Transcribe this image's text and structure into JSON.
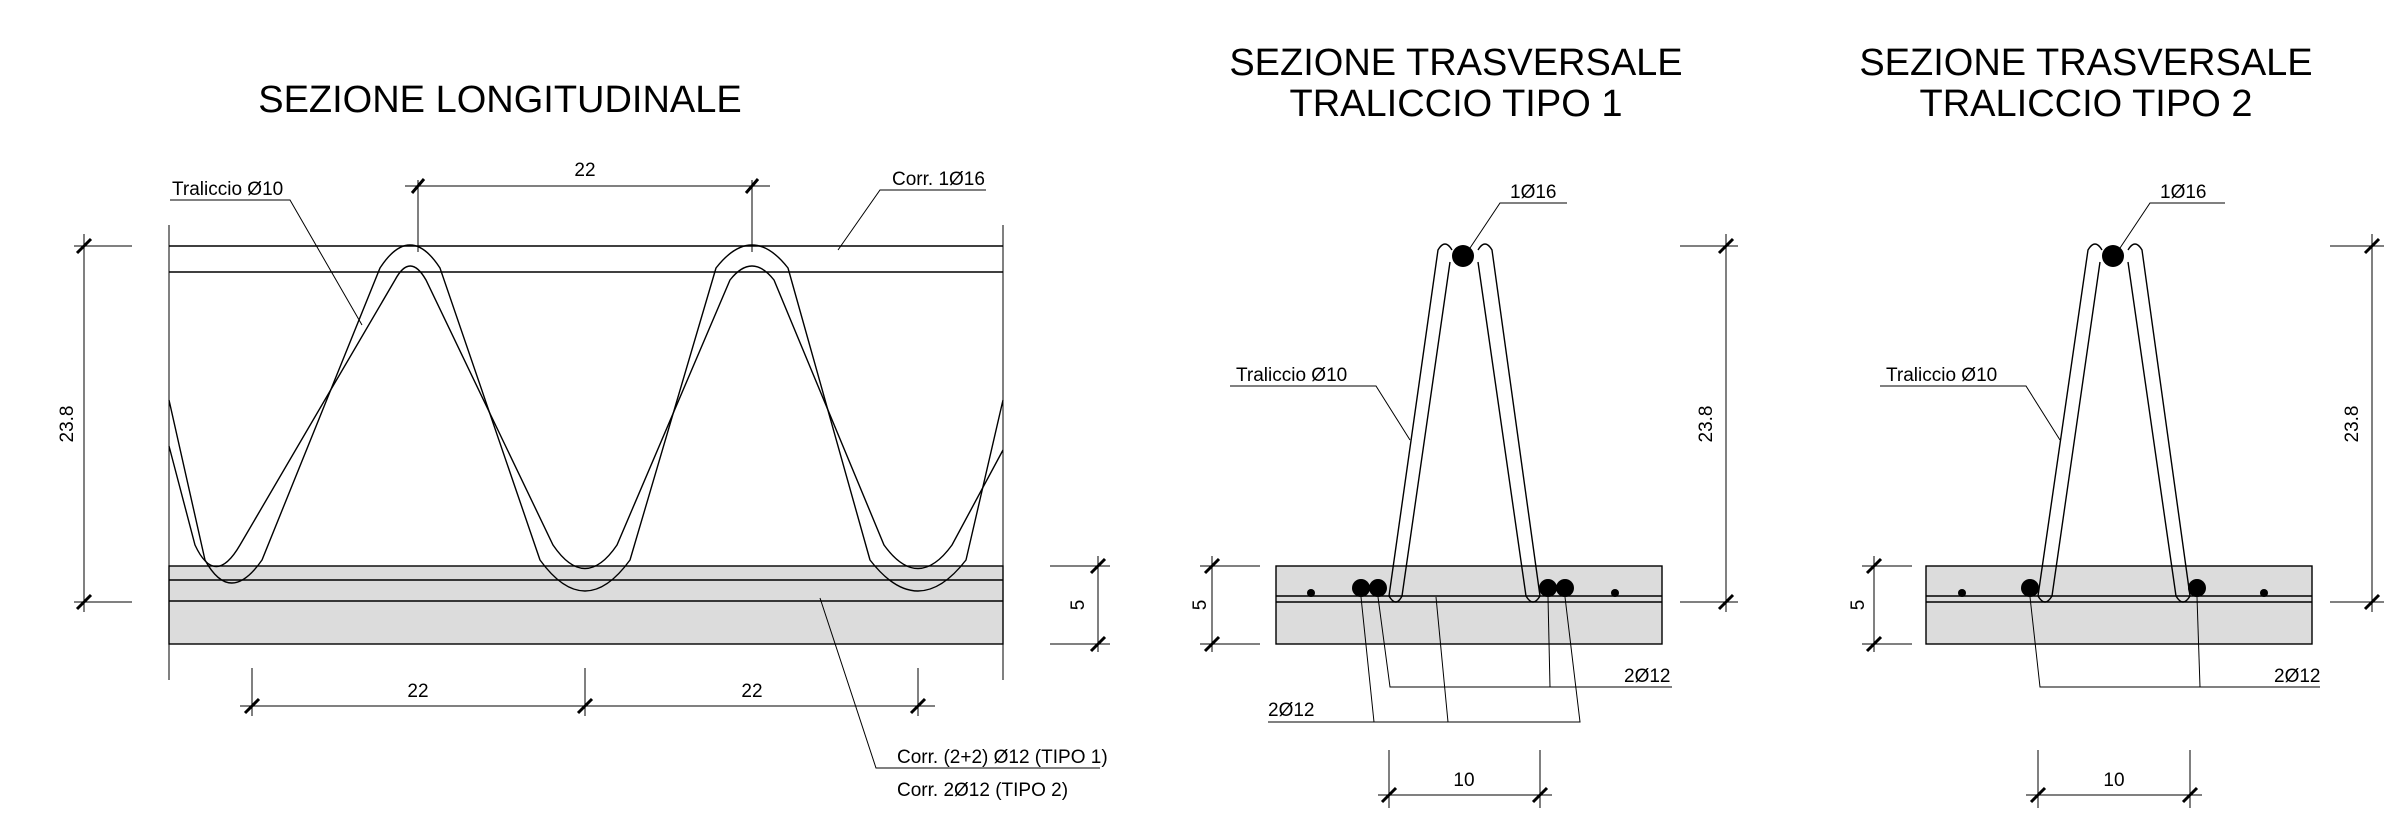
{
  "longitudinal": {
    "title": "SEZIONE LONGITUDINALE",
    "label_truss": "Traliccio Ø10",
    "label_top_bar": "Corr. 1Ø16",
    "dim_top": "22",
    "dim_bottom_left": "22",
    "dim_bottom_right": "22",
    "dim_height": "23.8",
    "dim_slab": "5",
    "label_bottom_bars_1": "Corr. (2+2) Ø12  (TIPO 1)",
    "label_bottom_bars_2": "Corr. 2Ø12  (TIPO 2)"
  },
  "transverse_1": {
    "title_line1": "SEZIONE TRASVERSALE",
    "title_line2": "TRALICCIO TIPO 1",
    "label_top_bar": "1Ø16",
    "label_truss": "Traliccio Ø10",
    "label_bars_right": "2Ø12",
    "label_bars_left": "2Ø12",
    "dim_slab": "5",
    "dim_height": "23.8",
    "dim_width": "10"
  },
  "transverse_2": {
    "title_line1": "SEZIONE TRASVERSALE",
    "title_line2": "TRALICCIO TIPO 2",
    "label_top_bar": "1Ø16",
    "label_truss": "Traliccio Ø10",
    "label_bars": "2Ø12",
    "dim_slab": "5",
    "dim_height": "23.8",
    "dim_width": "10"
  },
  "colors": {
    "concrete": "#dcdcdc",
    "lines": "#000000"
  }
}
